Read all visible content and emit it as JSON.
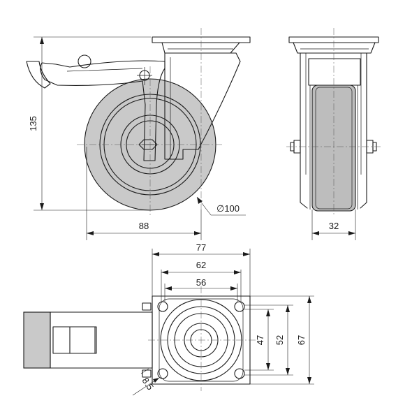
{
  "dimensions": {
    "height": "135",
    "diameter": "∅100",
    "offset": "88",
    "wheel_width": "32",
    "plate_width": "77",
    "bolt_spacing_outer": "62",
    "bolt_spacing_inner": "56",
    "bolt_spacing_v_inner": "47",
    "bolt_spacing_v_outer": "52",
    "plate_height": "67",
    "bolt_hole": "8.5"
  },
  "colors": {
    "line": "#1a1a1a",
    "tread": "#c9c9c9",
    "background": "#ffffff"
  }
}
